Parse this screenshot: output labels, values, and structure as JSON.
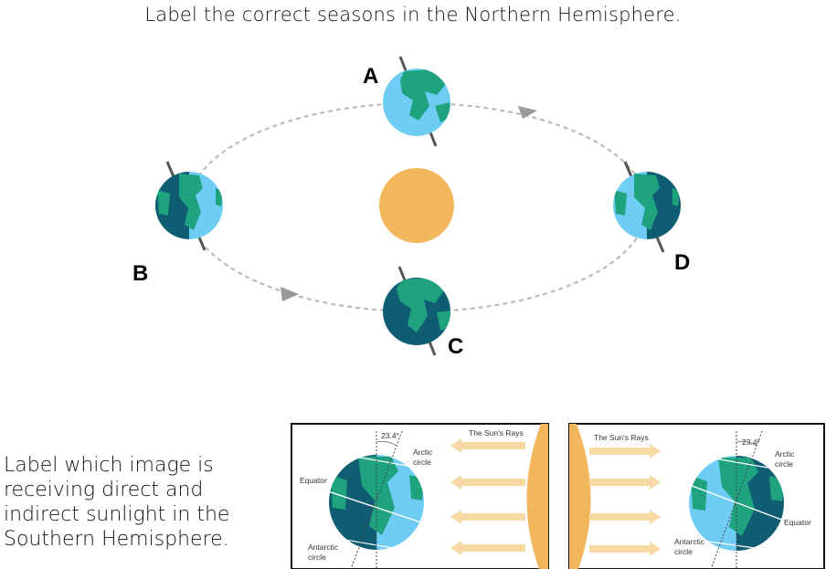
{
  "title": "Label the correct seasons in the Northern Hemisphere.",
  "orbit_labels": [
    "A",
    "B",
    "C",
    "D"
  ],
  "side_text": [
    "Label which image is",
    "receiving direct and",
    "indirect sunlight in the",
    "Southern Hemisphere."
  ],
  "panels": {
    "sun_rays": "The Sun's Rays",
    "tilt_angle": "23.4°",
    "arctic": [
      "Arctic",
      "circle"
    ],
    "antarctic": [
      "Antarctic",
      "circle"
    ],
    "equator": "Equator"
  },
  "colors": {
    "sun": "#f2b65c",
    "ocean_light": "#6fcdf5",
    "ocean_dark": "#0f5d73",
    "land": "#1fa37f",
    "ray": "#f8d9a4",
    "orbit": "#bbbbbb"
  }
}
